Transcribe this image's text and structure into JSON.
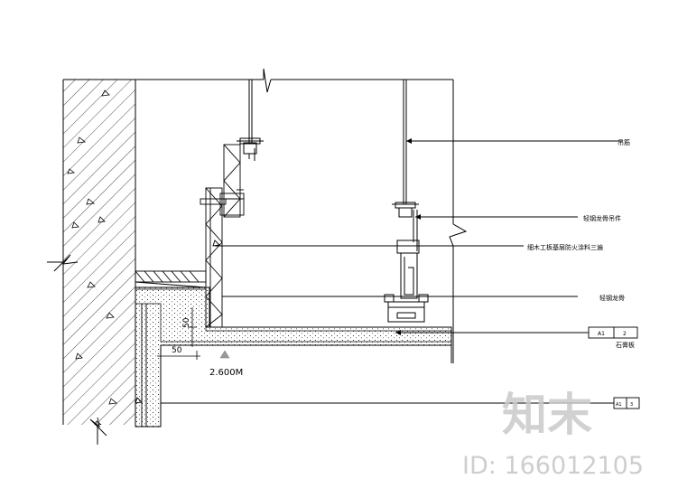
{
  "annotations": {
    "hanger_rod": "吊筋",
    "main_keel_hanger": "轻钢龙骨吊件",
    "wood_base": "细木工板基层防火涂料三遍",
    "keel": "轻钢龙骨",
    "gypsum_board": "石膏板"
  },
  "dimensions": {
    "vertical_50": "50",
    "horizontal_50": "50"
  },
  "elevation": "2.600M",
  "detail_tag_top": {
    "left": "A1",
    "right": "2"
  },
  "detail_tag_bottom": {
    "left": "A1",
    "right": "3"
  },
  "watermark": {
    "logo": "知末",
    "id": "ID: 166012105"
  }
}
